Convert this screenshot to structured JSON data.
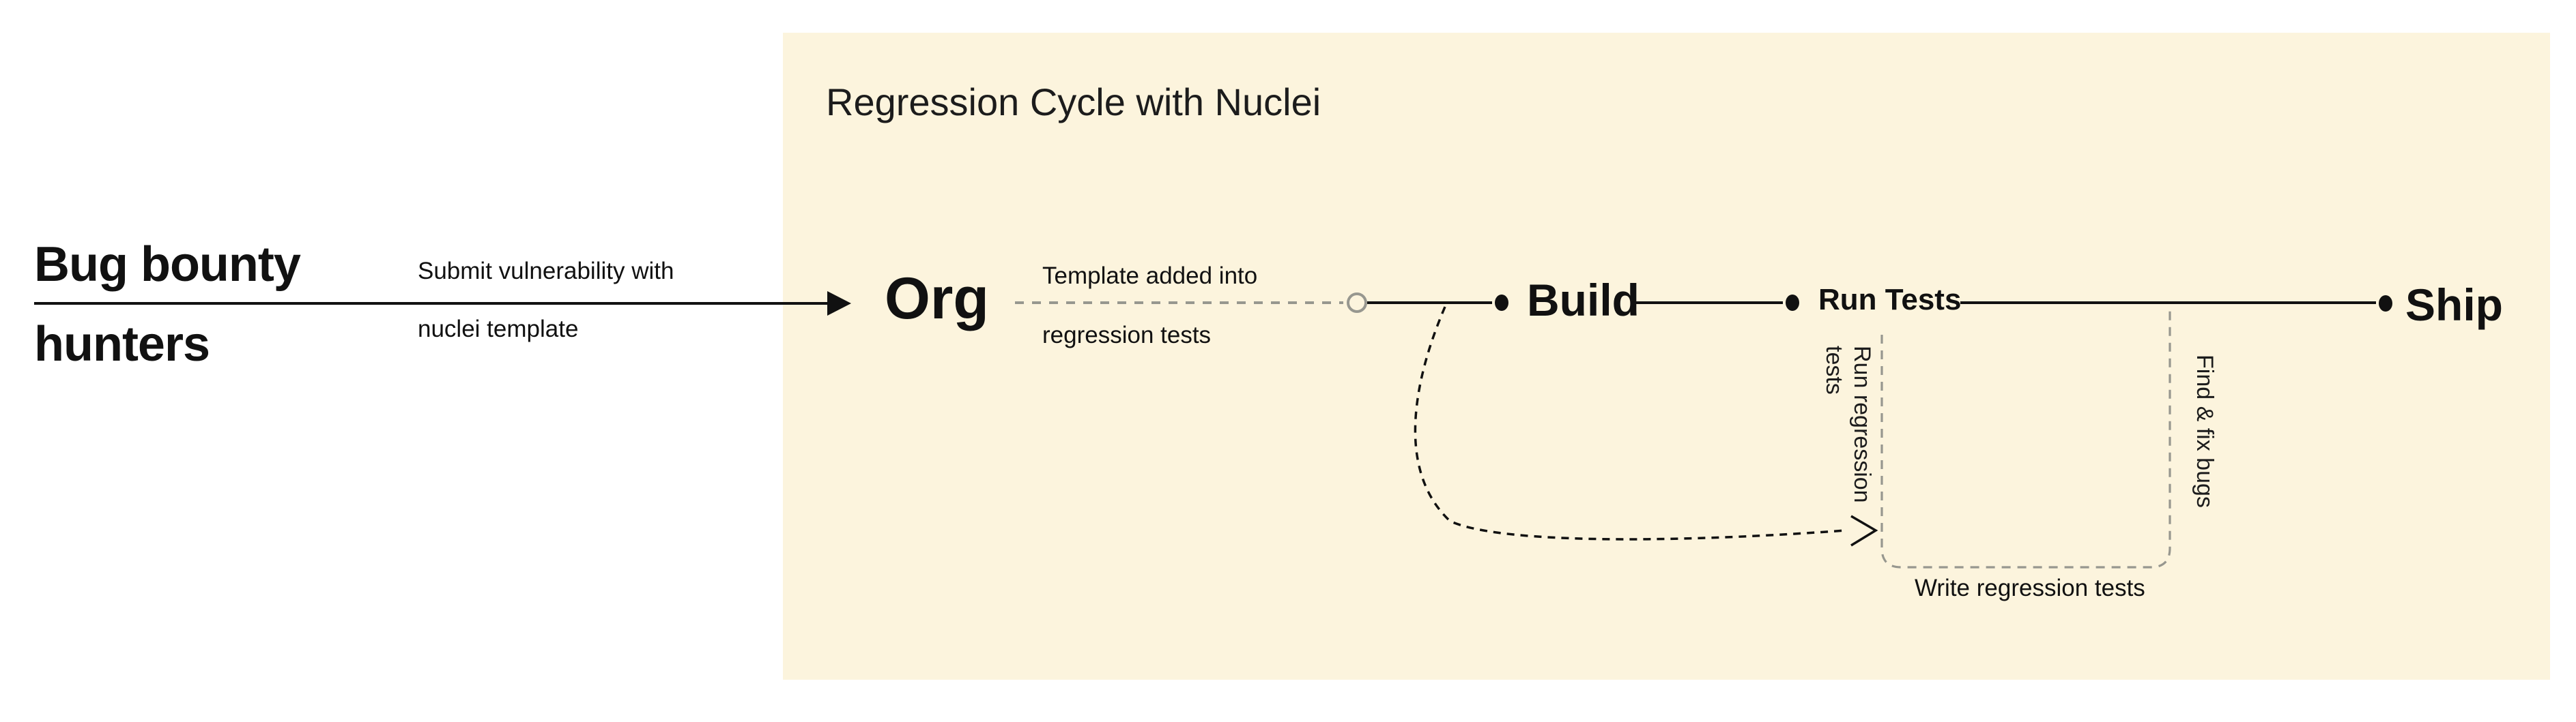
{
  "actor": {
    "line1": "Bug bounty",
    "line2": "hunters"
  },
  "submit_label": {
    "line1": "Submit vulnerability with",
    "line2": "nuclei template"
  },
  "panel": {
    "title": "Regression Cycle with Nuclei"
  },
  "nodes": {
    "org": "Org",
    "build": "Build",
    "run_tests": "Run Tests",
    "ship": "Ship"
  },
  "labels": {
    "template": {
      "line1": "Template added into",
      "line2": "regression tests"
    },
    "run_regression": {
      "line1": "Run regression",
      "line2": "tests"
    },
    "find_fix": "Find & fix bugs",
    "write_regression": "Write regression tests"
  },
  "colors": {
    "panel_bg": "#FCF4DD",
    "ink": "#111111",
    "muted_dash": "#97978F"
  }
}
